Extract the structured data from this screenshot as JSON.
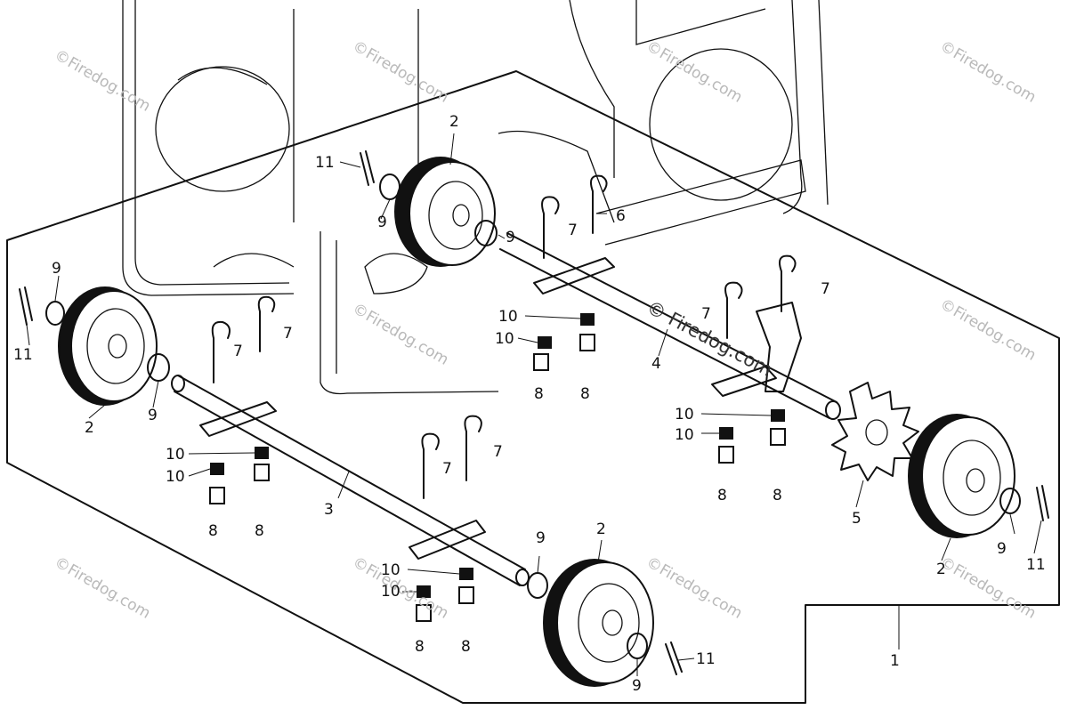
{
  "watermark": "©Firedog.com",
  "center_watermark": "© Firedog.com",
  "callouts": {
    "c1": "1",
    "c2": "2",
    "c3": "3",
    "c4": "4",
    "c5": "5",
    "c6": "6",
    "c7": "7",
    "c8": "8",
    "c9": "9",
    "c10": "10",
    "c11": "11"
  }
}
